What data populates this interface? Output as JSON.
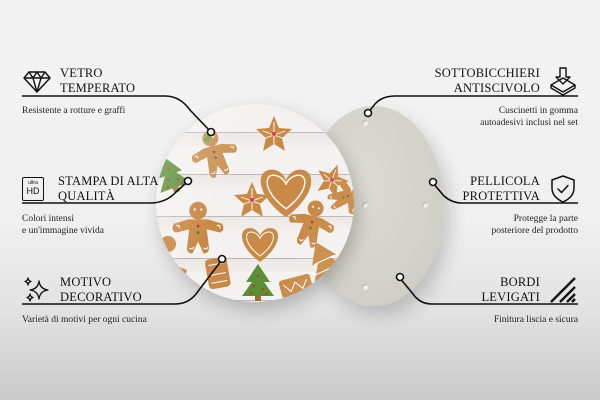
{
  "features": {
    "left": [
      {
        "icon": "diamond-icon",
        "title_line1": "VETRO",
        "title_line2": "TEMPERATO",
        "desc_line1": "Resistente a rotture e graffi",
        "desc_line2": ""
      },
      {
        "icon": "ultra-hd-icon",
        "icon_text_top": "ultra",
        "icon_text_bottom": "HD",
        "title_line1": "STAMPA DI ALTA",
        "title_line2": "QUALITÀ",
        "desc_line1": "Colori intensi",
        "desc_line2": "e un'immagine vivida"
      },
      {
        "icon": "sparkles-icon",
        "title_line1": "MOTIVO",
        "title_line2": "DECORATIVO",
        "desc_line1": "Varietà di motivi per ogni cucina",
        "desc_line2": ""
      }
    ],
    "right": [
      {
        "icon": "non-slip-pad-icon",
        "title_line1": "SOTTOBICCHIERI",
        "title_line2": "ANTISCIVOLO",
        "desc_line1": "Cuscinetti in gomma",
        "desc_line2": "autoadesivi inclusi nel set"
      },
      {
        "icon": "shield-check-icon",
        "title_line1": "PELLICOLA",
        "title_line2": "PROTETTIVA",
        "desc_line1": "Protegge la parte",
        "desc_line2": "posteriore del prodotto"
      },
      {
        "icon": "smooth-edge-icon",
        "title_line1": "BORDI",
        "title_line2": "LEVIGATI",
        "desc_line1": "Finitura liscia e sicura",
        "desc_line2": ""
      }
    ]
  },
  "product": {
    "front_image": "gingerbread-cookies-pattern",
    "back_color": "#d4d3cb"
  },
  "colors": {
    "line": "#111111",
    "background_top": "#f3f3f3",
    "background_bottom": "#c9c9c9"
  }
}
